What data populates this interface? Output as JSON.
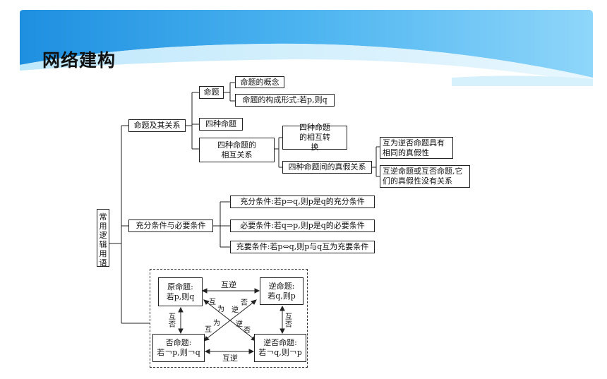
{
  "slide": {
    "title": "网络建构"
  },
  "root": {
    "label": "常用逻辑用语"
  },
  "branch1": {
    "label": "命题及其关系",
    "mingti": {
      "label": "命题",
      "concept": "命题的概念",
      "form": "命题的构成形式:若p,则q"
    },
    "four": {
      "label": "四种命题"
    },
    "relation": {
      "label": "四种命题的相互关系",
      "convert": "四种命题的相互转换",
      "truth": "四种命题间的真假关系",
      "truth_a": "互为逆否命题具有相同的真假性",
      "truth_b": "互逆命题或互否命题,它们的真假性没有关系"
    }
  },
  "branch2": {
    "label": "充分条件与必要条件",
    "suff": "充分条件:若p⇒q,则p是q的充分条件",
    "nec": "必要条件:若q⇒p,则p是q的必要条件",
    "both": "充要条件:若p⇔q,则p与q互为充要条件"
  },
  "square": {
    "original_title": "原命题:",
    "original_body": "若p,则q",
    "converse_title": "逆命题:",
    "converse_body": "若q,则p",
    "inverse_title": "否命题:",
    "inverse_body": "若￢p,则￢q",
    "contra_title": "逆否命题:",
    "contra_body": "若￢q,则￢p",
    "top_label": "互逆",
    "bottom_label": "互逆",
    "left_label": [
      "互",
      "否"
    ],
    "right_label": [
      "互",
      "否"
    ],
    "diag1": [
      "互",
      "为",
      "逆",
      "否"
    ],
    "diag2": [
      "否",
      "逆",
      "为",
      "互"
    ]
  }
}
